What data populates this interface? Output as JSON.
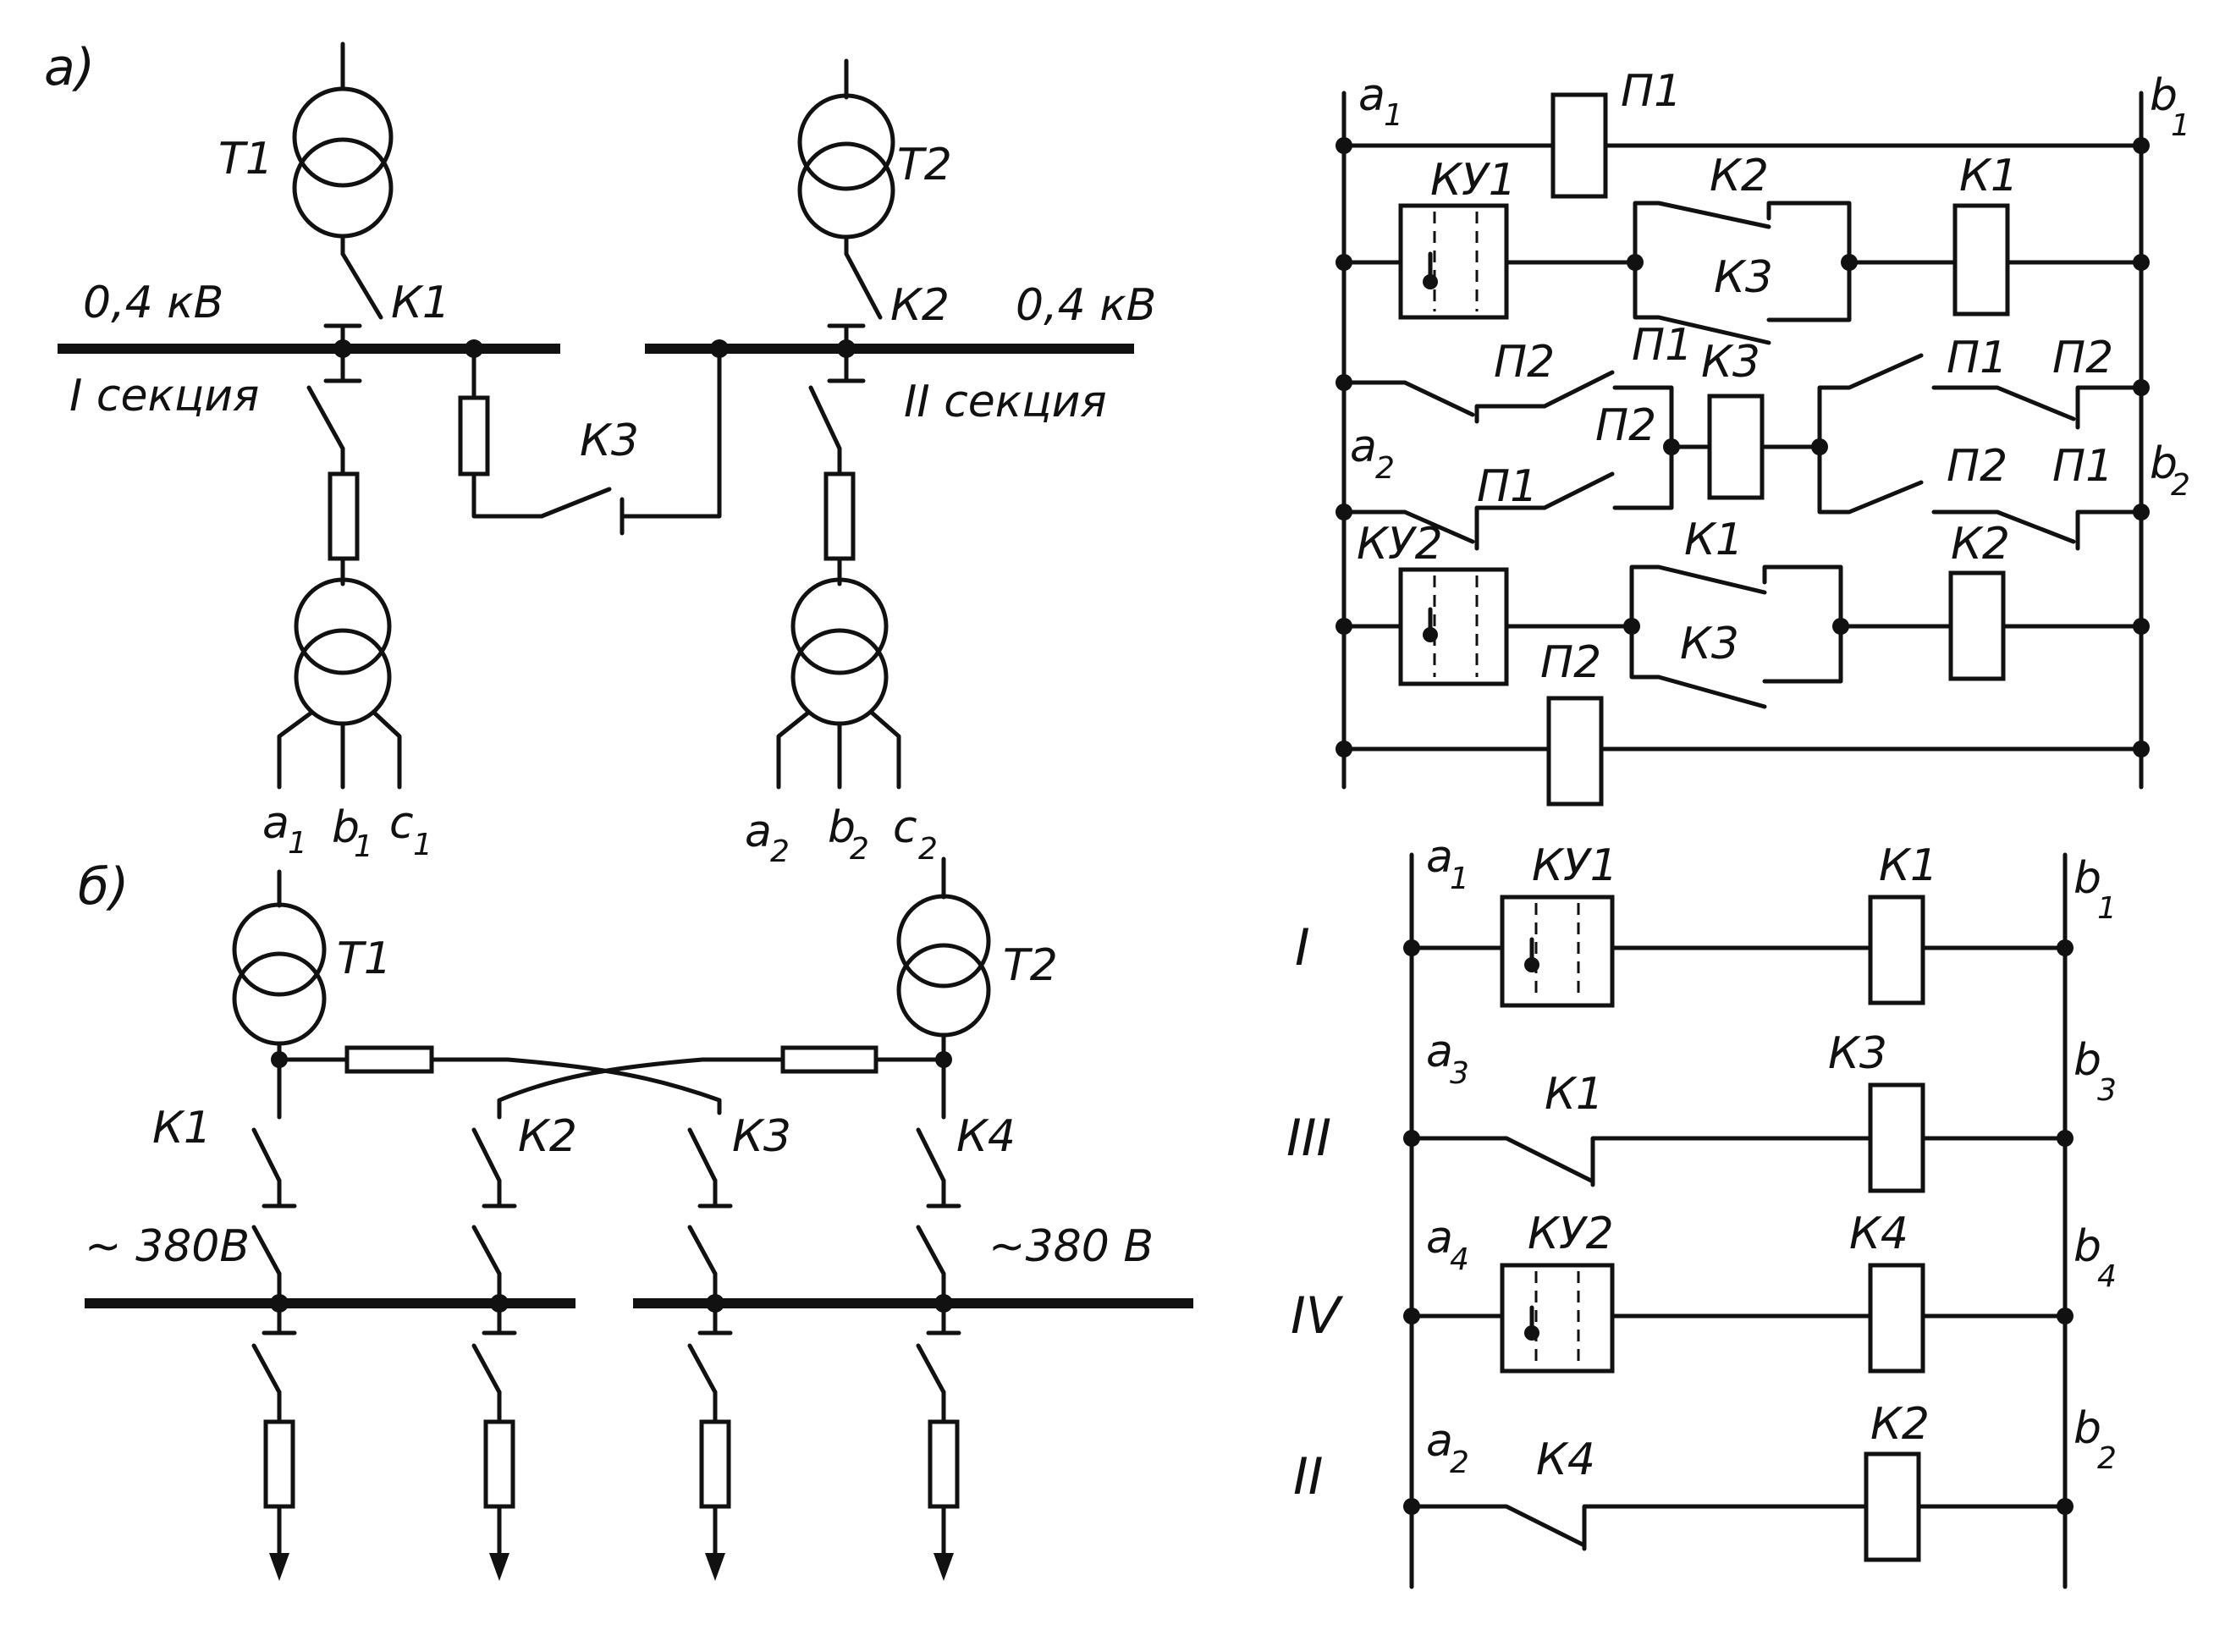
{
  "diagram_a": {
    "label": "а)",
    "t1": "Т1",
    "t2": "Т2",
    "k1": "К1",
    "k2": "К2",
    "k3": "К3",
    "voltage_left": "0,4 кВ",
    "voltage_right": "0,4 кВ",
    "section_1": "I секция",
    "section_2": "II секция",
    "out_a1": "a",
    "out_b1": "b",
    "out_c1": "c",
    "sub_1": "1",
    "out_a2": "a",
    "out_b2": "b",
    "out_c2": "c",
    "sub_2": "2"
  },
  "diagram_b": {
    "label": "б)",
    "t1": "Т1",
    "t2": "Т2",
    "k1": "К1",
    "k2": "К2",
    "k3": "К3",
    "k4": "К4",
    "voltage_left": "~ 380В",
    "voltage_right": "~380 В"
  },
  "control_a": {
    "a1": "a",
    "a1_sub": "1",
    "b1": "b",
    "b1_sub": "1",
    "a2": "a",
    "a2_sub": "2",
    "b2": "b",
    "b2_sub": "2",
    "p1_coil": "П1",
    "ku1": "КУ1",
    "k2_contact": "К2",
    "k3_contact_r2": "К3",
    "k1_coil": "К1",
    "p2_r3": "П2",
    "p1_r3": "П1",
    "k3_coil": "К3",
    "p1_r3b": "П1",
    "p2_r3b": "П2",
    "p2_r4": "П2",
    "p1_r4": "П1",
    "p2_r4b": "П2",
    "p1_r4b": "П1",
    "ku2": "КУ2",
    "k1_contact": "К1",
    "k3_contact_r5": "К3",
    "k2_coil": "К2",
    "p2_coil": "П2"
  },
  "control_b": {
    "row_1": "I",
    "row_3": "III",
    "row_4": "IV",
    "row_2": "II",
    "a": "a",
    "b": "b",
    "s1": "1",
    "s2": "2",
    "s3": "3",
    "s4": "4",
    "ku1": "КУ1",
    "k1_coil": "К1",
    "k1_contact": "К1",
    "k3_coil": "К3",
    "ku2": "КУ2",
    "k4_coil": "К4",
    "k4_contact": "К4",
    "k2_coil": "К2"
  }
}
